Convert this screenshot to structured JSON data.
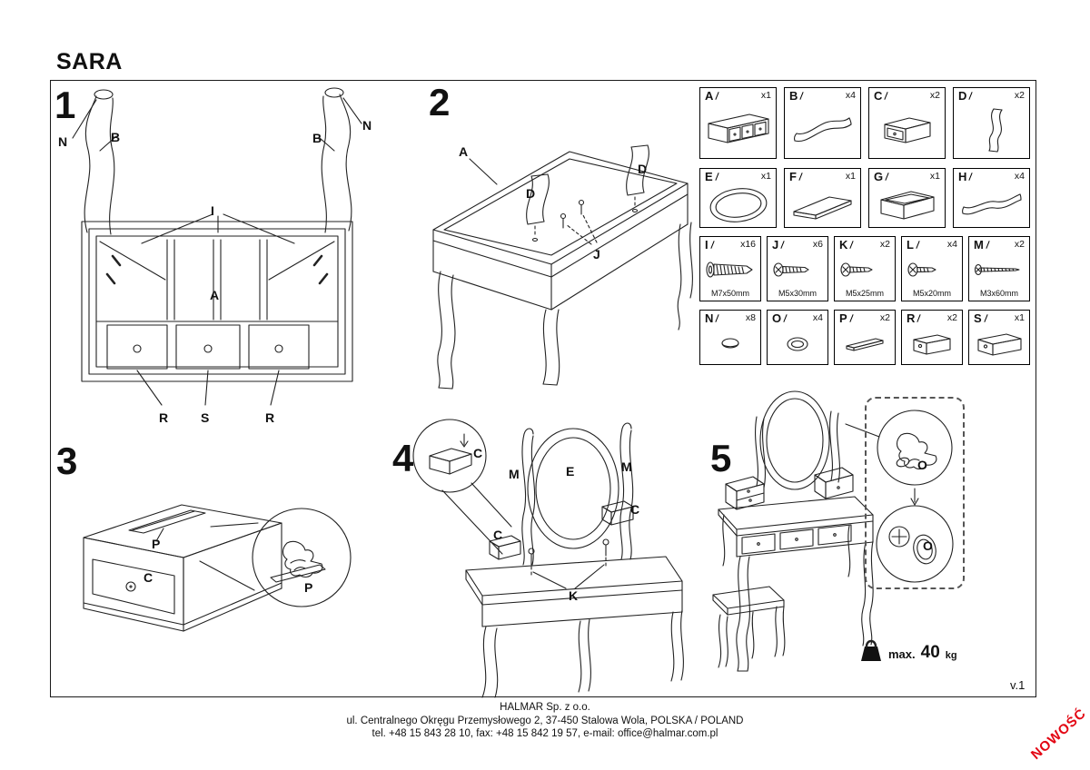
{
  "title": "SARA",
  "version": "v.1",
  "badge": "NOWOŚĆ",
  "steps": {
    "one": {
      "num": "1",
      "n_left": "N",
      "b_left": "B",
      "b_right": "B",
      "n_right": "N",
      "i": "I",
      "a": "A",
      "r_left": "R",
      "s": "S",
      "r_right": "R"
    },
    "two": {
      "num": "2",
      "a": "A",
      "d_left": "D",
      "d_right": "D",
      "j": "J"
    },
    "three": {
      "num": "3",
      "p_slot": "P",
      "c": "C",
      "p_hand": "P"
    },
    "four": {
      "num": "4",
      "c_inset": "C",
      "m_left": "M",
      "e": "E",
      "m_right": "M",
      "c_right": "C",
      "c_left": "C",
      "k": "K"
    },
    "five": {
      "num": "5",
      "o_top": "O",
      "o_bottom": "O"
    }
  },
  "parts1": [
    {
      "letter": "A",
      "qty": "x1"
    },
    {
      "letter": "B",
      "qty": "x4"
    },
    {
      "letter": "C",
      "qty": "x2"
    },
    {
      "letter": "D",
      "qty": "x2"
    }
  ],
  "parts2": [
    {
      "letter": "E",
      "qty": "x1"
    },
    {
      "letter": "F",
      "qty": "x1"
    },
    {
      "letter": "G",
      "qty": "x1"
    },
    {
      "letter": "H",
      "qty": "x4"
    }
  ],
  "hw": [
    {
      "letter": "I",
      "qty": "x16",
      "size": "M7x50mm"
    },
    {
      "letter": "J",
      "qty": "x6",
      "size": "M5x30mm"
    },
    {
      "letter": "K",
      "qty": "x2",
      "size": "M5x25mm"
    },
    {
      "letter": "L",
      "qty": "x4",
      "size": "M5x20mm"
    },
    {
      "letter": "M",
      "qty": "x2",
      "size": "M3x60mm"
    }
  ],
  "parts4": [
    {
      "letter": "N",
      "qty": "x8"
    },
    {
      "letter": "O",
      "qty": "x4"
    },
    {
      "letter": "P",
      "qty": "x2"
    },
    {
      "letter": "R",
      "qty": "x2"
    },
    {
      "letter": "S",
      "qty": "x1"
    }
  ],
  "load": {
    "prefix": "max.",
    "value": "40",
    "unit": "kg"
  },
  "footer": {
    "company": "HALMAR Sp. z o.o.",
    "address": "ul. Centralnego Okręgu Przemysłowego 2, 37-450 Stalowa Wola, POLSKA / POLAND",
    "contact": "tel. +48 15 843 28 10, fax: +48 15 842 19 57, e-mail: office@halmar.com.pl"
  }
}
